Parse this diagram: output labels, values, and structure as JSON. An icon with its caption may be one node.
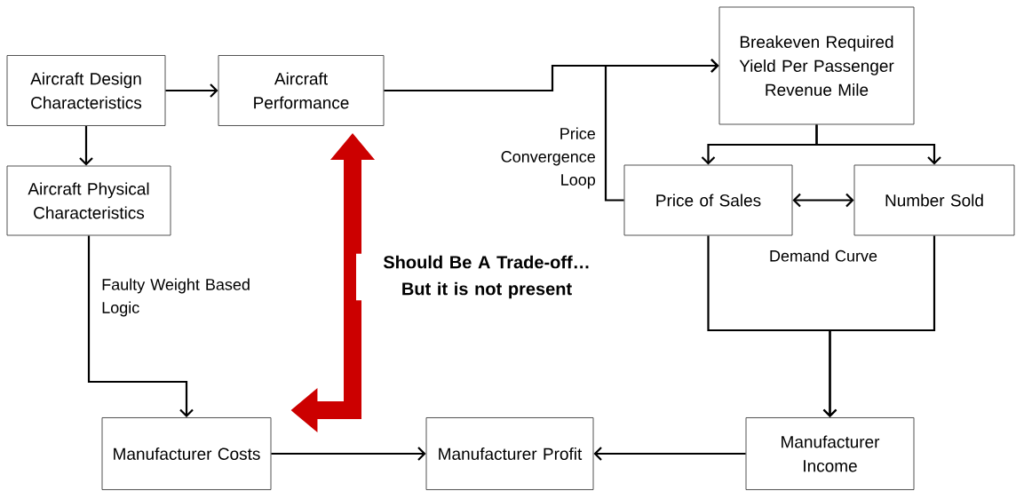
{
  "diagram": {
    "nodes": [
      {
        "text": [
          "Aircraft Design Characteristics"
        ]
      },
      {
        "text": [
          "Aircraft Performance"
        ]
      },
      {
        "text": [
          "Breakeven Required Yield Per Passenger Revenue Mile"
        ]
      },
      {
        "text": [
          "Aircraft Physical Characteristics"
        ]
      },
      {
        "text": [
          "Price of Sales"
        ]
      },
      {
        "text": [
          "Number Sold"
        ]
      },
      {
        "text": [
          "Manufacturer Costs"
        ]
      },
      {
        "text": [
          "Manufacturer Profit"
        ]
      },
      {
        "text": [
          "Manufacturer Income"
        ]
      }
    ],
    "edges": [
      {
        "from": 0,
        "to": 1,
        "arrow": "to"
      },
      {
        "from": 0,
        "to": 3,
        "arrow": "to"
      },
      {
        "from": 1,
        "to": 2,
        "arrow": "to"
      },
      {
        "from": 4,
        "to": 2,
        "arrow": "to",
        "label": "Price Convergence Loop"
      },
      {
        "from": 2,
        "to": 4,
        "arrow": "to"
      },
      {
        "from": 2,
        "to": 5,
        "arrow": "to"
      },
      {
        "from": 4,
        "to": 5,
        "arrow": "both",
        "label": "Demand Curve"
      },
      {
        "from": 3,
        "to": 6,
        "arrow": "to",
        "label": "Faulty Weight Based Logic"
      },
      {
        "from": 4,
        "to": 8,
        "arrow": "to"
      },
      {
        "from": 5,
        "to": 8,
        "arrow": "to"
      },
      {
        "from": 6,
        "to": 7,
        "arrow": "to"
      },
      {
        "from": 8,
        "to": 7,
        "arrow": "to"
      },
      {
        "from": 1,
        "to": 6,
        "arrow": "both",
        "style": "thick",
        "color": "#cc0000",
        "label": "Should Be A Trade-off… But it is not present"
      }
    ]
  }
}
